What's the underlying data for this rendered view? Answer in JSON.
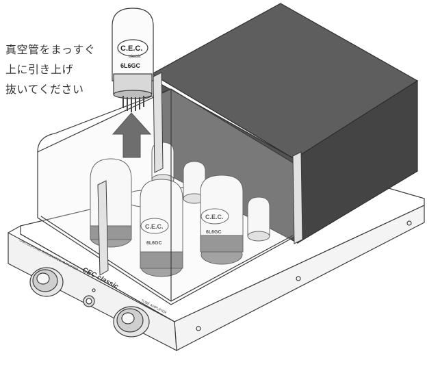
{
  "instruction": {
    "lines": [
      "真空管をまっすぐ",
      "上に引き上げ",
      "抜いてください"
    ]
  },
  "tube": {
    "brand": "C.E.C.",
    "sub": "classic",
    "model": "6L6GC"
  },
  "panel": {
    "label_left": "OWCOUPLING INTEGRATED AMPLIFIER",
    "brand": "CEC classic",
    "label_right": "TUBE AMPLIFIER"
  },
  "colors": {
    "line": "#3a3a3a",
    "box": "#5a5a5a",
    "box_dark": "#3f3f3f",
    "arrow": "#6e6e6e",
    "glass": "#e8e8e8"
  }
}
